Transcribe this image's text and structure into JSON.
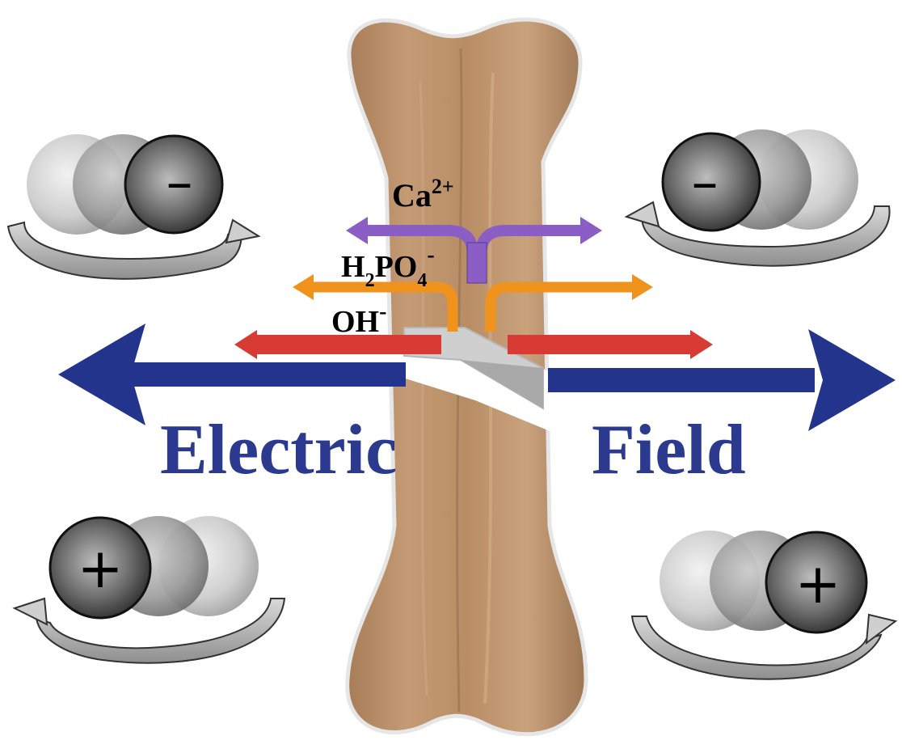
{
  "labels": {
    "ca": {
      "base": "Ca",
      "sup": "2+"
    },
    "phosphate": {
      "a": "H",
      "sub1": "2",
      "b": "PO",
      "sub2": "4",
      "sup": "-"
    },
    "hydroxide": {
      "base": "OH",
      "sup": "-"
    },
    "field_left": "Electric",
    "field_right": "Field"
  },
  "dipoles": {
    "top_left_sign": "–",
    "top_right_sign": "–",
    "bottom_left_sign": "+",
    "bottom_right_sign": "+"
  },
  "colors": {
    "field_arrow": "#23348c",
    "field_text": "#2b3a8f",
    "ca_arrow": "#8a5ec4",
    "phosphate_arrow": "#f0931c",
    "hydroxide_arrow": "#d83b33",
    "bone": "#b98e63"
  }
}
